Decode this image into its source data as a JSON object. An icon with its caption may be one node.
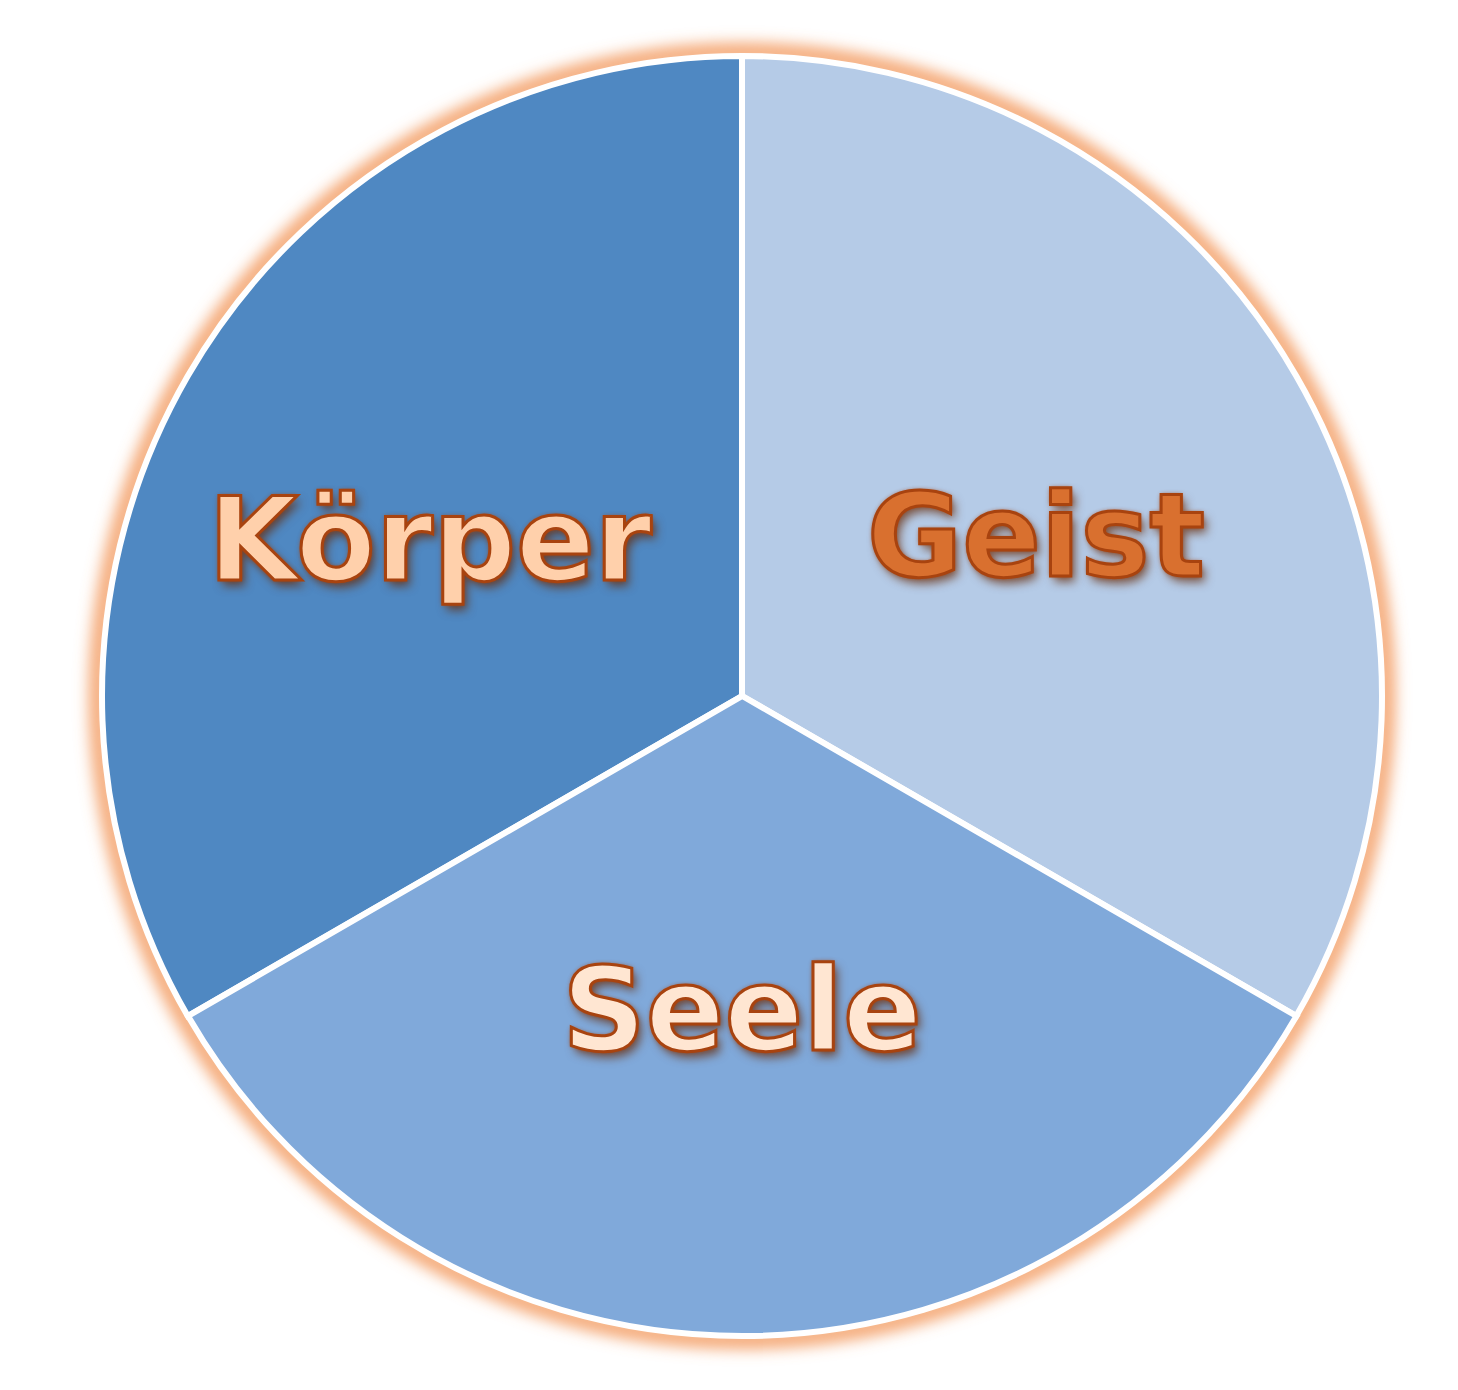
{
  "diagram": {
    "nodes": [
      {
        "text": [
          "Körper"
        ]
      },
      {
        "text": [
          "Geist"
        ]
      },
      {
        "text": [
          "Seele"
        ]
      }
    ]
  }
}
